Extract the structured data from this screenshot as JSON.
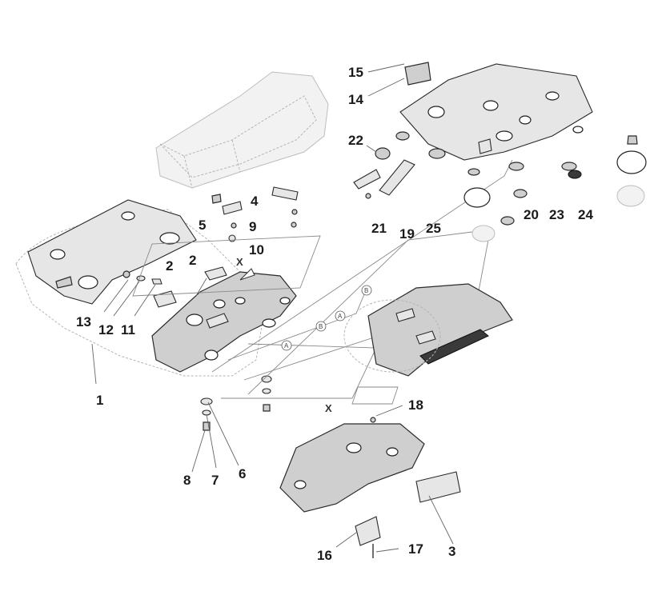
{
  "callouts": {
    "p1": "1",
    "p2a": "2",
    "p2b": "2",
    "p3": "3",
    "p4": "4",
    "p5": "5",
    "p6": "6",
    "p7": "7",
    "p8": "8",
    "p9": "9",
    "p10": "10",
    "p11": "11",
    "p12": "12",
    "p13": "13",
    "p14": "14",
    "p15": "15",
    "p16": "16",
    "p17": "17",
    "p18": "18",
    "p19": "19",
    "p20": "20",
    "p21": "21",
    "p22": "22",
    "p23": "23",
    "p24": "24",
    "p25": "25"
  },
  "markers": {
    "x_top": "X",
    "x_bottom": "X",
    "circle_a1": "A",
    "circle_a2": "A",
    "circle_b1": "B",
    "circle_b2": "B"
  }
}
